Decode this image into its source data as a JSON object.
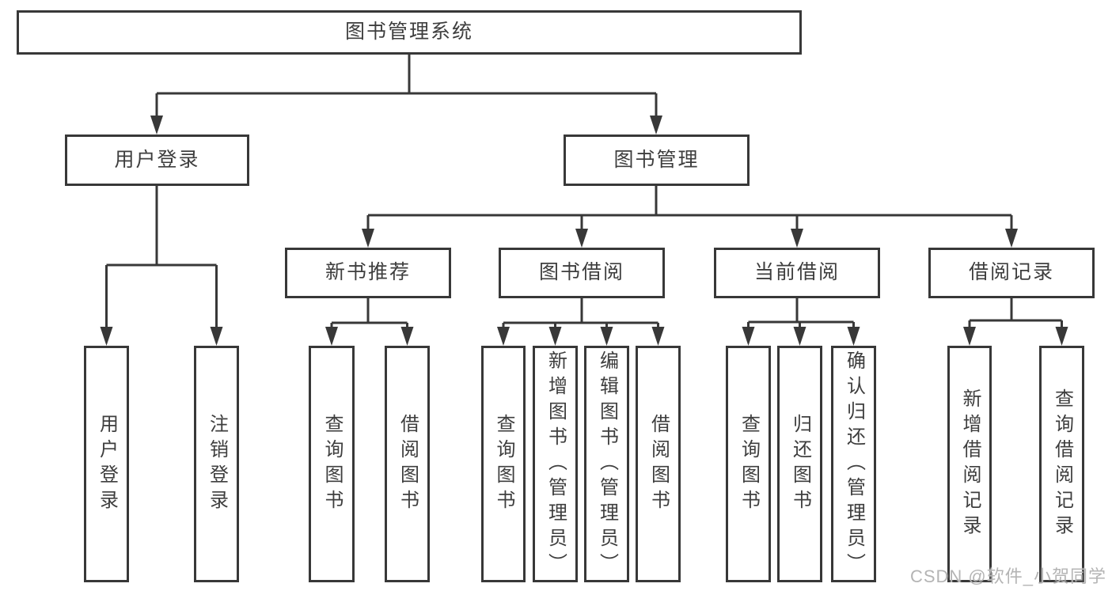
{
  "diagram": {
    "title": "图书管理系统",
    "modules": {
      "user_login": "用户登录",
      "book_mgmt": "图书管理"
    },
    "book_mgmt_children": {
      "new_books": "新书推荐",
      "borrowing": "图书借阅",
      "current": "当前借阅",
      "records": "借阅记录"
    },
    "leaves": {
      "user_login_1": "用户登录",
      "user_login_2": "注销登录",
      "new_books_1": "查询图书",
      "new_books_2": "借阅图书",
      "borrowing_1": "查询图书",
      "borrowing_2": "新增图书（管理员）",
      "borrowing_3": "编辑图书（管理员）",
      "borrowing_4": "借阅图书",
      "current_1": "查询图书",
      "current_2": "归还图书",
      "current_3": "确认归还（管理员）",
      "records_1": "新增借阅记录",
      "records_2": "查询借阅记录"
    }
  },
  "watermark": "CSDN @软件_小贺同学",
  "colors": {
    "line": "#383838",
    "text": "#3e3e3e",
    "watermark": "#b4b4b4",
    "background": "#ffffff"
  }
}
